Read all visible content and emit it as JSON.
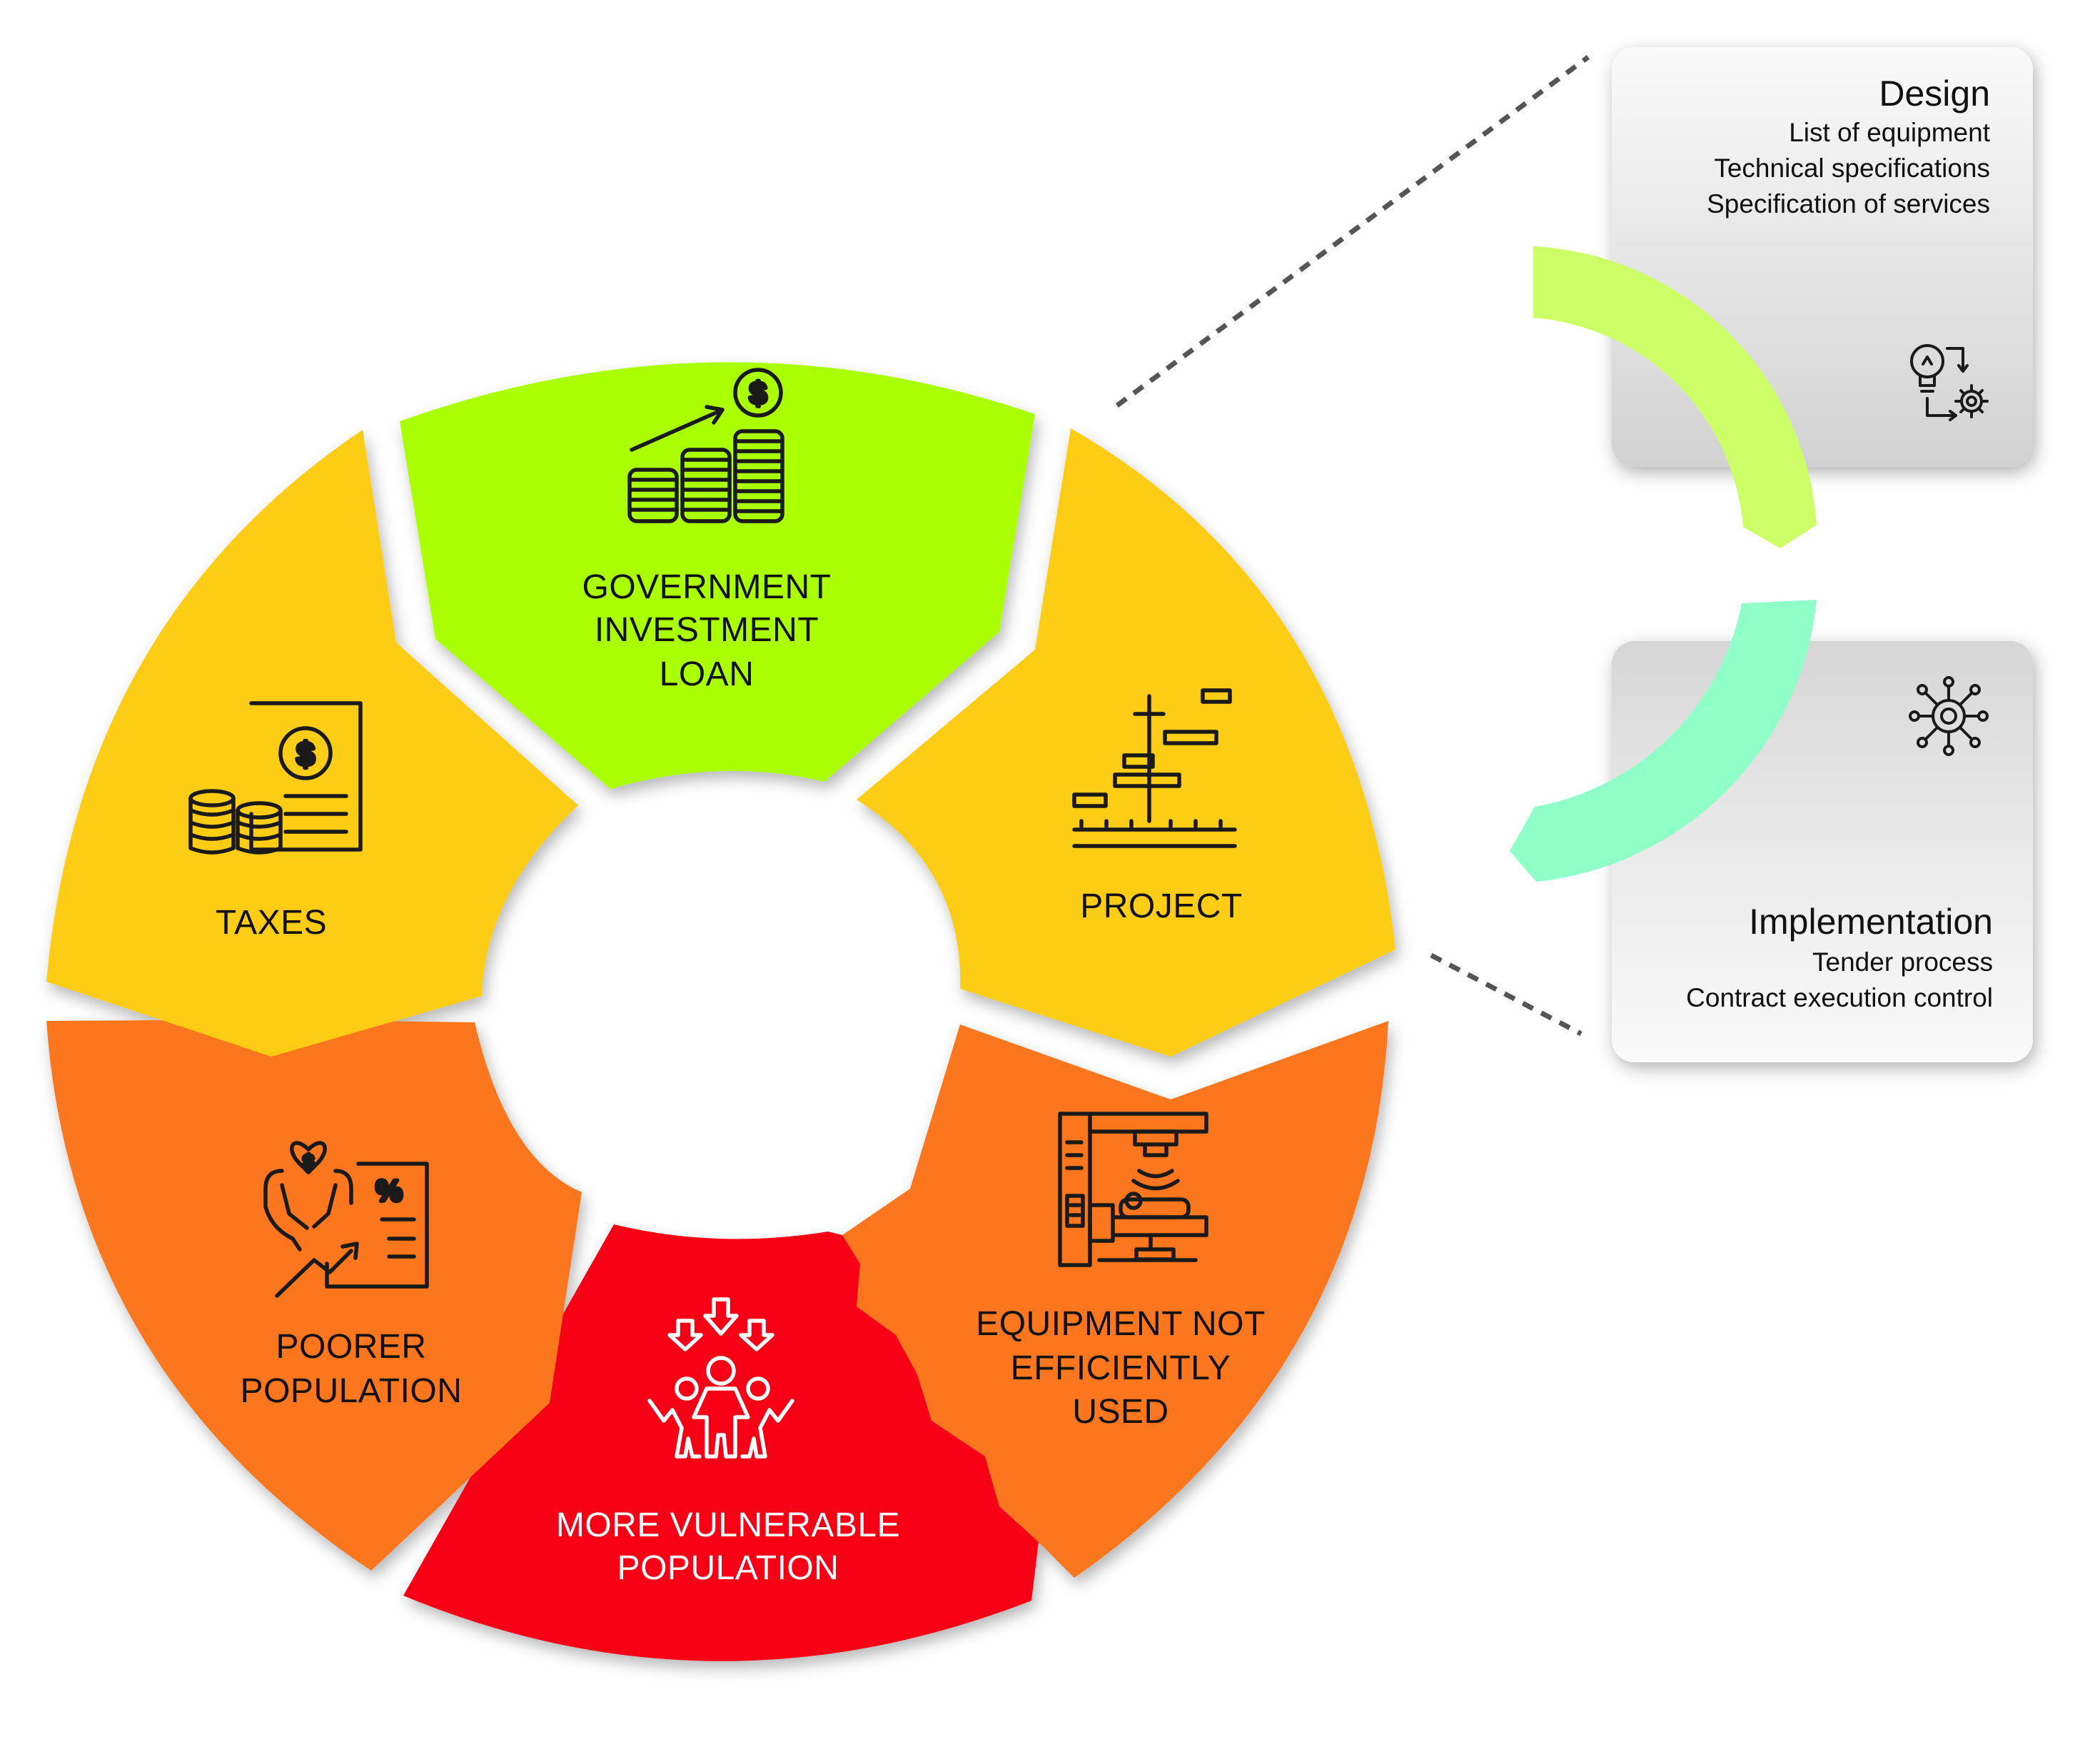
{
  "cycle": {
    "segments": [
      {
        "id": "government",
        "label_lines": [
          "GOVERNMENT",
          "INVESTMENT",
          "LOAN"
        ],
        "color": "#AAFF00",
        "icon": "coins-growth-icon"
      },
      {
        "id": "project",
        "label_lines": [
          "PROJECT"
        ],
        "color": "#FDCD13",
        "icon": "gantt-chart-icon"
      },
      {
        "id": "equipment",
        "label_lines": [
          "EQUIPMENT NOT",
          "EFFICIENTLY",
          "USED"
        ],
        "color": "#FB761B",
        "icon": "medical-scanner-icon"
      },
      {
        "id": "vulnerable",
        "label_lines": [
          "MORE VULNERABLE",
          "POPULATION"
        ],
        "color": "#F70017",
        "icon": "people-group-icon"
      },
      {
        "id": "poorer",
        "label_lines": [
          "POORER",
          "POPULATION"
        ],
        "color": "#FB761B",
        "icon": "charity-finance-icon"
      },
      {
        "id": "taxes",
        "label_lines": [
          "TAXES"
        ],
        "color": "#FDCD13",
        "icon": "tax-document-icon"
      }
    ],
    "icon_glyphs": {
      "dollar": "$",
      "percent": "%"
    }
  },
  "detail": {
    "design": {
      "title": "Design",
      "lines": [
        "List of equipment",
        "Technical specifications",
        "Specification of services"
      ],
      "arc_color": "#CCFF66",
      "icon": "idea-gear-icon"
    },
    "implementation": {
      "title": "Implementation",
      "lines": [
        "Tender process",
        "Contract execution control"
      ],
      "arc_color": "#90FFC8",
      "icon": "network-hub-icon"
    },
    "connector_color": "#555555"
  }
}
